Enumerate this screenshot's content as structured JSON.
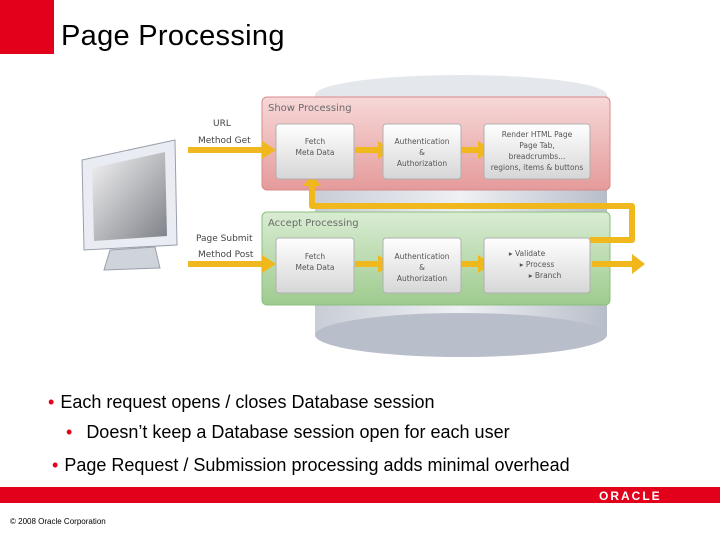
{
  "slide": {
    "title": "Page Processing",
    "footer": "© 2008 Oracle Corporation",
    "logo": "ORACLE"
  },
  "diagram": {
    "show": {
      "header": "Show Processing",
      "request": [
        "URL",
        "Method Get"
      ],
      "steps": [
        [
          "Fetch",
          "Meta Data"
        ],
        [
          "Authentication",
          "&",
          "Authorization"
        ],
        [
          "Render HTML Page",
          "Page Tab,",
          "breadcrumbs...",
          "regions, items & buttons"
        ]
      ]
    },
    "accept": {
      "header": "Accept Processing",
      "request": [
        "Page Submit",
        "Method Post"
      ],
      "steps": [
        [
          "Fetch",
          "Meta Data"
        ],
        [
          "Authentication",
          "&",
          "Authorization"
        ],
        [
          "▸ Validate",
          "▸ Process",
          "▸ Branch"
        ]
      ]
    }
  },
  "bullets": [
    "Each request opens / closes Database session",
    "Doesn’t keep a Database session open for each user",
    "Page Request / Submission processing adds minimal overhead"
  ],
  "colors": {
    "accent": "#e2001a",
    "arrow": "#f0b81c"
  }
}
